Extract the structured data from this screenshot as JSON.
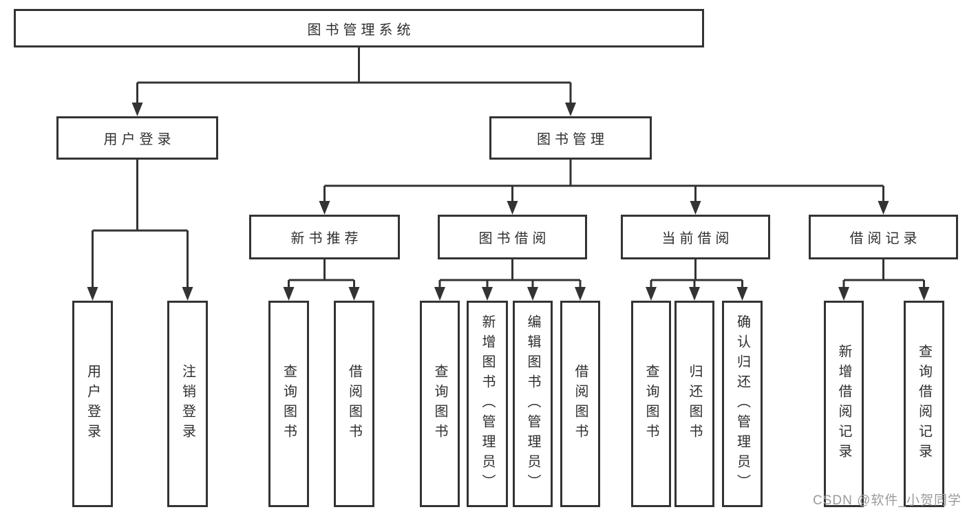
{
  "colors": {
    "line": "#333333",
    "text": "#2f2f2f",
    "background": "#ffffff",
    "watermark": "#9b9b9b"
  },
  "watermark": {
    "text": "CSDN @软件_小贺同学"
  },
  "tree": {
    "root": {
      "label": "图书管理系统",
      "children": [
        {
          "label": "用户登录",
          "children": [
            {
              "label": "用户登录"
            },
            {
              "label": "注销登录"
            }
          ]
        },
        {
          "label": "图书管理",
          "children": [
            {
              "label": "新书推荐",
              "children": [
                {
                  "label": "查询图书"
                },
                {
                  "label": "借阅图书"
                }
              ]
            },
            {
              "label": "图书借阅",
              "children": [
                {
                  "label": "查询图书"
                },
                {
                  "label": "新增图书（管理员）"
                },
                {
                  "label": "编辑图书（管理员）"
                },
                {
                  "label": "借阅图书"
                }
              ]
            },
            {
              "label": "当前借阅",
              "children": [
                {
                  "label": "查询图书"
                },
                {
                  "label": "归还图书"
                },
                {
                  "label": "确认归还（管理员）"
                }
              ]
            },
            {
              "label": "借阅记录",
              "children": [
                {
                  "label": "新增借阅记录"
                },
                {
                  "label": "查询借阅记录"
                }
              ]
            }
          ]
        }
      ]
    }
  }
}
